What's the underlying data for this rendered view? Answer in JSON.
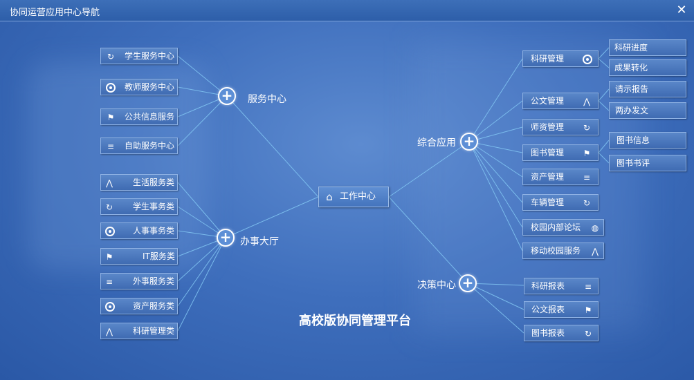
{
  "window": {
    "title": "协同运营应用中心导航",
    "close_icon": "close-icon"
  },
  "center": {
    "label": "工作中心",
    "icon": "home-icon"
  },
  "platform_title": "高校版协同管理平台",
  "hubs": {
    "service": "服务中心",
    "hall": "办事大厅",
    "integrated": "综合应用",
    "decision": "决策中心"
  },
  "service_items": [
    "学生服务中心",
    "教师服务中心",
    "公共信息服务",
    "自助服务中心"
  ],
  "hall_items": [
    "生活服务类",
    "学生事务类",
    "人事事务类",
    "IT服务类",
    "外事服务类",
    "资产服务类",
    "科研管理类"
  ],
  "integrated_items": [
    "科研管理",
    "公文管理",
    "师资管理",
    "图书管理",
    "资产管理",
    "车辆管理",
    "校园内部论坛",
    "移动校园服务"
  ],
  "sub_items": {
    "research": [
      "科研进度",
      "成果转化"
    ],
    "document": [
      "请示报告",
      "两办发文"
    ],
    "library": [
      "图书信息",
      "图书书评"
    ]
  },
  "decision_items": [
    "科研报表",
    "公文报表",
    "图书报表"
  ],
  "colors": {
    "background": "#3f6fbd",
    "button": "#4a78bf",
    "line": "#7fc2f0"
  }
}
